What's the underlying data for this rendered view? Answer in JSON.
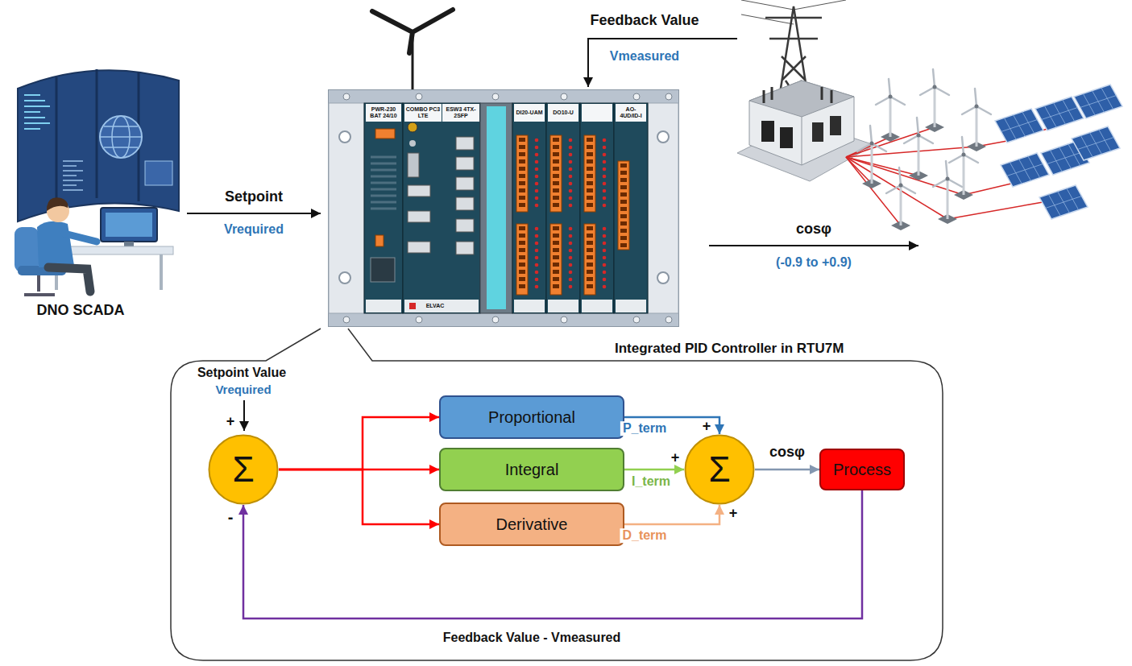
{
  "diagram": {
    "nodes": [
      {
        "text": [
          "Integrated PID Controller in RTU7M"
        ]
      },
      {
        "text": [
          "Σ"
        ],
        "in": 0
      },
      {
        "text": [
          "Proportional"
        ],
        "in": 0
      },
      {
        "text": [
          "Integral"
        ],
        "in": 0
      },
      {
        "text": [
          "Derivative"
        ],
        "in": 0
      },
      {
        "text": [
          "Σ"
        ],
        "in": 0
      },
      {
        "text": [
          "Process"
        ],
        "in": 0
      }
    ],
    "edges": [
      {
        "from": 1,
        "to": 2,
        "arrow": "to"
      },
      {
        "from": 1,
        "to": 3,
        "arrow": "to"
      },
      {
        "from": 1,
        "to": 4,
        "arrow": "to"
      },
      {
        "from": 2,
        "to": 5,
        "arrow": "to",
        "label": "P_term"
      },
      {
        "from": 3,
        "to": 5,
        "arrow": "to",
        "label": "I_term"
      },
      {
        "from": 4,
        "to": 5,
        "arrow": "to",
        "label": "D_term"
      },
      {
        "from": 5,
        "to": 6,
        "arrow": "to",
        "label": "cosφ"
      },
      {
        "from": 6,
        "to": 1,
        "arrow": "to",
        "label": "Feedback Value - Vmeasured"
      }
    ],
    "labels": [
      "Feedback Value",
      "Vmeasured",
      "Setpoint",
      "Vrequired",
      "cosφ",
      "(-0.9 to +0.9)",
      "DNO SCADA",
      "PWR-230 BAT 24/10",
      "COMBO PC3 LTE",
      "ESW3 4TX-2SFP",
      "DI20-UAM",
      "DO10-U",
      "AO-4UD/ID-I",
      "ELVAC",
      "Setpoint Value",
      "Vrequired",
      "+",
      "-",
      "+",
      "+",
      "+"
    ]
  }
}
